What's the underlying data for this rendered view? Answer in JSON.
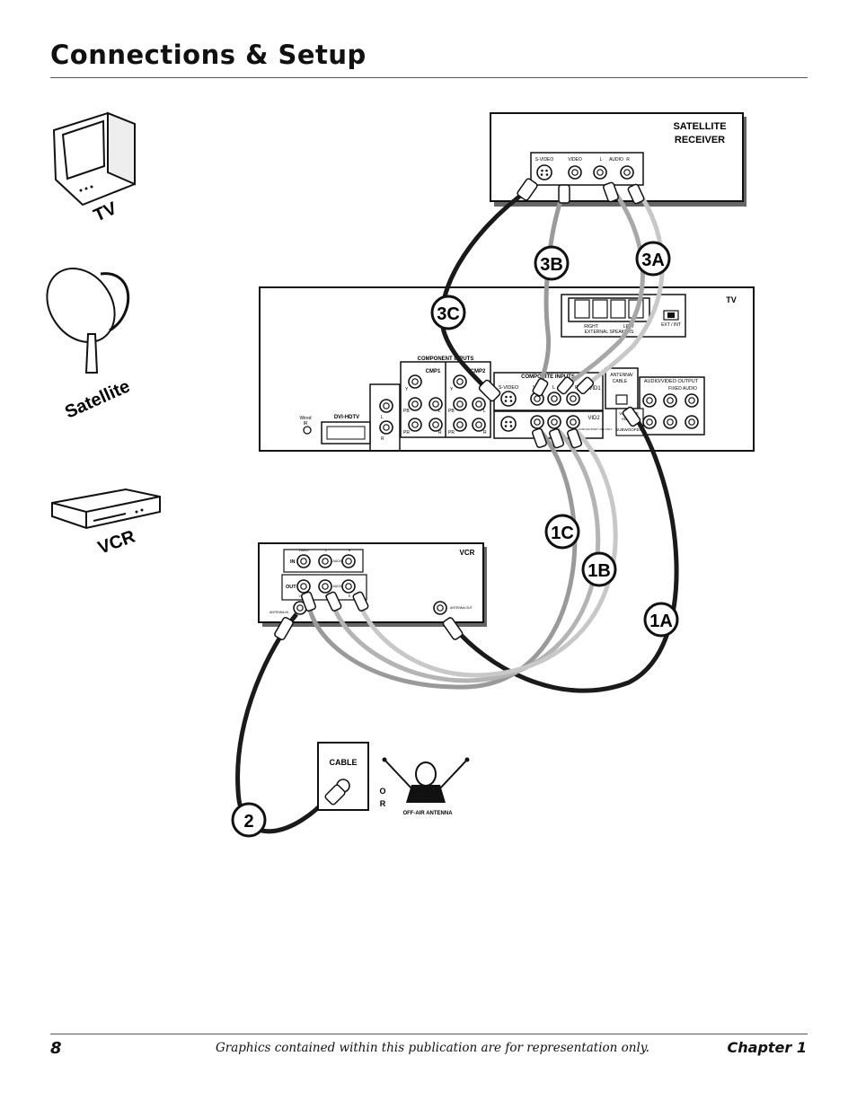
{
  "page": {
    "title": "Connections & Setup",
    "page_number": "8",
    "footer_note": "Graphics contained within this publication are for representation only.",
    "chapter": "Chapter 1"
  },
  "device_icons": {
    "tv": "TV",
    "satellite": "Satellite",
    "vcr": "VCR"
  },
  "satellite_receiver": {
    "name_line1": "SATELLITE",
    "name_line2": "RECEIVER",
    "jacks": {
      "svideo": "S-VIDEO",
      "video": "VIDEO",
      "l": "L",
      "audio": "AUDIO",
      "r": "R"
    }
  },
  "tv_panel": {
    "name": "TV",
    "speaker_right": "RIGHT",
    "speaker_left": "LEFT",
    "external_speakers": "EXTERNAL SPEAKERS",
    "ext_int": "EXT / INT",
    "component_inputs": "COMPONENT INPUTS",
    "cmp1": "CMP1",
    "cmp2": "CMP2",
    "y": "Y",
    "pb": "PB",
    "pr": "PR",
    "l": "L",
    "r": "R",
    "composite_inputs": "COMPOSITE INPUTS",
    "svideo": "S-VIDEO",
    "v": "V",
    "vid1": "VID1",
    "vid2": "VID2",
    "antenna_cable_1": "ANTENNA/",
    "antenna_cable_2": "CABLE",
    "audio_video_output": "AUDIO/VIDEO OUTPUT",
    "fixed_audio": "FIXED AUDIO",
    "variable_audio_1": "VARIABLE",
    "variable_audio_2": "AUDIO",
    "subwoofer": "SUBWOOFER",
    "dvi_hdtv": "DVI-HDTV",
    "wired_ir_1": "Wired",
    "wired_ir_2": "IR",
    "factory_use": "FOR FACTORY USE ONLY"
  },
  "vcr_panel": {
    "name": "VCR",
    "in": "IN",
    "out": "OUT",
    "video": "VIDEO",
    "audio": "AUDIO",
    "l": "L",
    "r": "R",
    "antenna_in": "ANTENNA IN",
    "antenna_out": "ANTENNA OUT"
  },
  "sources": {
    "cable": "CABLE",
    "or_1": "O",
    "or_2": "R",
    "off_air_antenna": "OFF-AIR ANTENNA"
  },
  "callouts": {
    "c3a": "3A",
    "c3b": "3B",
    "c3c": "3C",
    "c1a": "1A",
    "c1b": "1B",
    "c1c": "1C",
    "c2": "2"
  },
  "colors": {
    "cable_black": "#1a1a1a",
    "cable_gray": "#9a9a9a",
    "cable_light": "#c8c8c8"
  }
}
